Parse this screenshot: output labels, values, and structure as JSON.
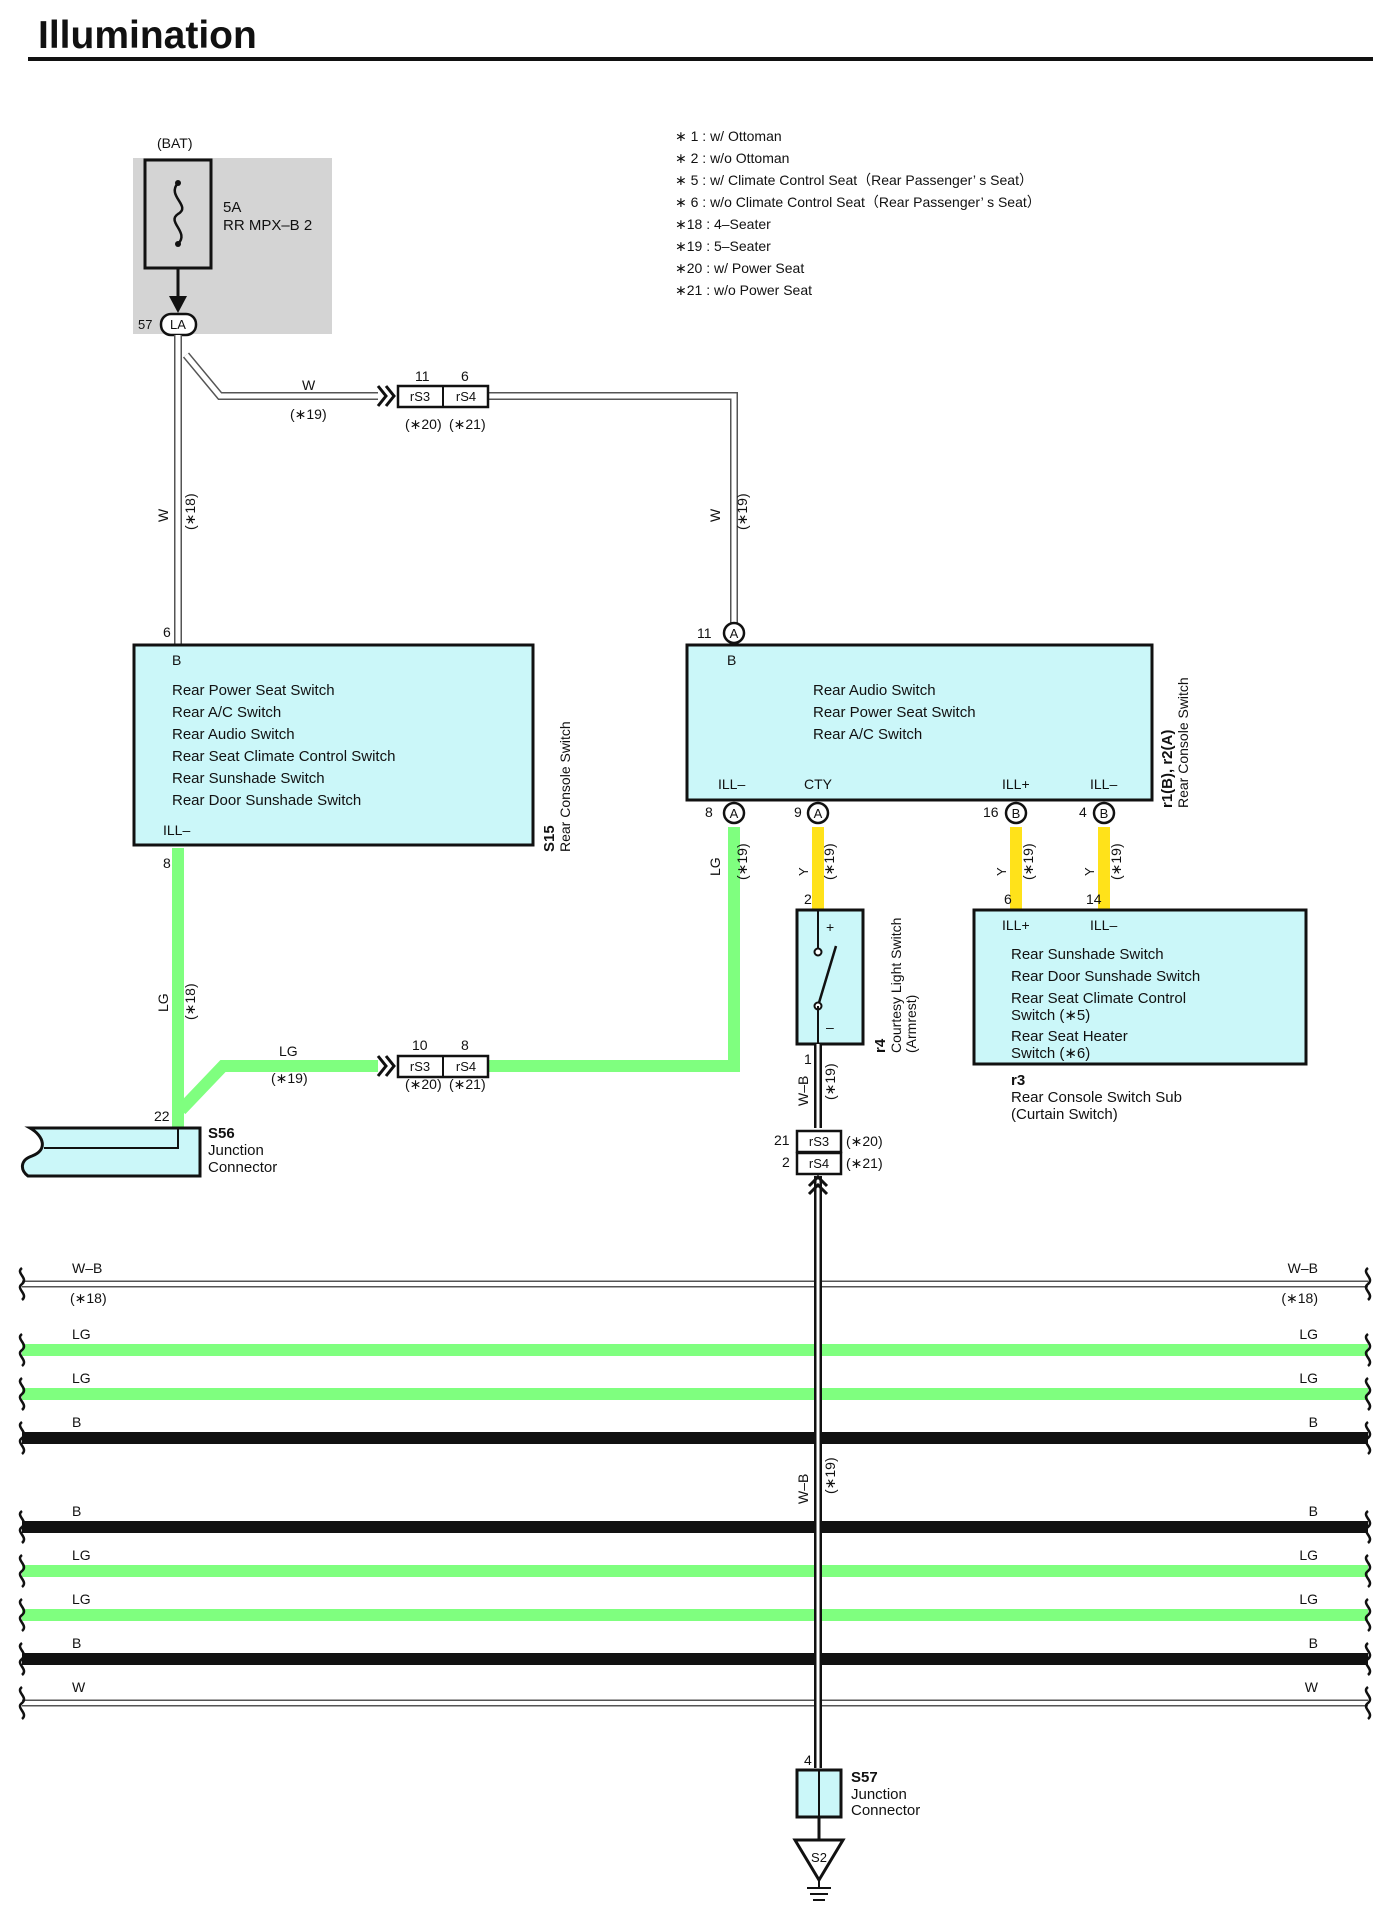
{
  "title": "Illumination",
  "notes": [
    "∗ 1 : w/ Ottoman",
    "∗ 2 : w/o Ottoman",
    "∗ 5 : w/ Climate Control Seat（Rear Passenger’ s Seat）",
    "∗ 6 : w/o Climate Control Seat（Rear Passenger’ s Seat）",
    "∗18 : 4–Seater",
    "∗19 : 5–Seater",
    "∗20 : w/ Power Seat",
    "∗21 : w/o Power Seat"
  ],
  "colors": {
    "light_green": "#7fff7f",
    "yellow": "#ffe21a",
    "component_fill": "#cbf7f9",
    "fuse_box_fill": "#d4d4d4",
    "wire_dark": "#111111",
    "wire_white_edge": "#555555"
  },
  "fuse": {
    "source": "(BAT)",
    "rating": "5A",
    "name": "RR MPX–B 2",
    "pin": "57",
    "connector": "LA"
  },
  "wire_labels": {
    "W": "W",
    "LG": "LG",
    "Y": "Y",
    "WB": "W–B",
    "B": "B",
    "n18": "(∗18)",
    "n19": "(∗19)",
    "n20": "(∗20)",
    "n21": "(∗21)"
  },
  "inline_connectors": {
    "rS3": "rS3",
    "rS4": "rS4",
    "upper_pin_rs3": "11",
    "upper_pin_rs4": "6",
    "lower_pin_rs3": "10",
    "lower_pin_rs4": "8",
    "vertical_pin_rs3": "21",
    "vertical_pin_rs4": "2"
  },
  "s15": {
    "code": "S15",
    "name": "Rear Console Switch",
    "pin_top": "6",
    "pin_top_label": "B",
    "pin_bottom": "8",
    "pin_bottom_label": "ILL–",
    "functions": [
      "Rear Power Seat Switch",
      "Rear A/C Switch",
      "Rear Audio Switch",
      "Rear Seat Climate Control Switch",
      "Rear Sunshade Switch",
      "Rear Door Sunshade Switch"
    ]
  },
  "r1r2": {
    "code": "r1(B), r2(A)",
    "name": "Rear Console Switch",
    "pin_top": "11",
    "connector_a": "A",
    "connector_b": "B",
    "pin_top_label": "B",
    "functions": [
      "Rear Audio Switch",
      "Rear Power Seat Switch",
      "Rear A/C Switch"
    ],
    "bottom_pins": [
      {
        "num": "8",
        "conn": "A",
        "label": "ILL–"
      },
      {
        "num": "9",
        "conn": "A",
        "label": "CTY"
      },
      {
        "num": "16",
        "conn": "B",
        "label": "ILL+"
      },
      {
        "num": "4",
        "conn": "B",
        "label": "ILL–"
      }
    ]
  },
  "r4": {
    "code": "r4",
    "name": "Courtesy Light Switch",
    "sub": "(Armrest)",
    "pin_top": "2",
    "pin_bottom": "1",
    "plus": "+",
    "minus": "–"
  },
  "r3": {
    "code": "r3",
    "name": "Rear Console Switch Sub",
    "sub": "(Curtain Switch)",
    "pin_left": "6",
    "pin_right": "14",
    "label_left": "ILL+",
    "label_right": "ILL–",
    "functions": [
      "Rear Sunshade Switch",
      "Rear Door Sunshade Switch",
      "Rear Seat Climate Control",
      "Switch (∗5)",
      "Rear Seat Heater",
      "Switch (∗6)"
    ]
  },
  "s56": {
    "code": "S56",
    "line1": "Junction",
    "line2": "Connector",
    "pin": "22"
  },
  "s57": {
    "code": "S57",
    "line1": "Junction",
    "line2": "Connector",
    "pin": "4"
  },
  "ground": {
    "code": "S2"
  },
  "bus_lines": [
    {
      "label": "W–B",
      "note": "(∗18)",
      "style": "white"
    },
    {
      "label": "LG",
      "note": "",
      "style": "green"
    },
    {
      "label": "LG",
      "note": "",
      "style": "green"
    },
    {
      "label": "B",
      "note": "",
      "style": "black"
    },
    {
      "label": "B",
      "note": "",
      "style": "black"
    },
    {
      "label": "LG",
      "note": "",
      "style": "green"
    },
    {
      "label": "LG",
      "note": "",
      "style": "green"
    },
    {
      "label": "B",
      "note": "",
      "style": "black"
    },
    {
      "label": "W",
      "note": "",
      "style": "white"
    }
  ]
}
